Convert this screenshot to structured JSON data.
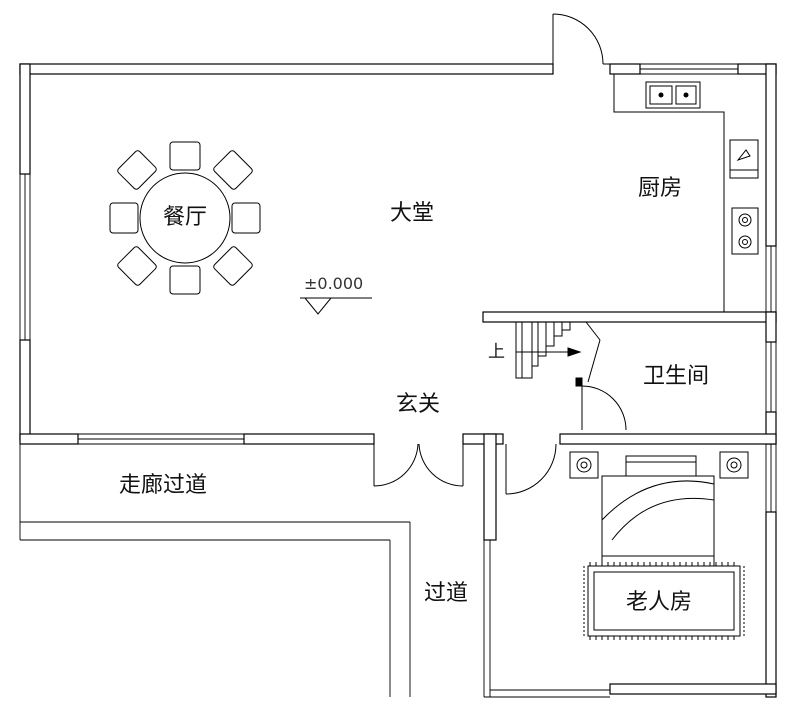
{
  "floor_plan": {
    "rooms": {
      "dining": "餐厅",
      "hall": "大堂",
      "kitchen": "厨房",
      "bathroom": "卫生间",
      "entrance": "玄关",
      "corridor": "走廊过道",
      "passage": "过道",
      "elder_room": "老人房"
    },
    "stair_label": "上",
    "elevation_label": "±0.000"
  }
}
